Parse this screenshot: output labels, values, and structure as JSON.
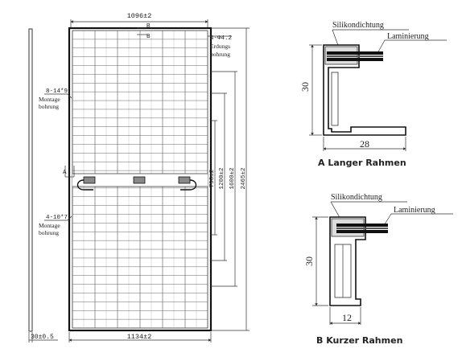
{
  "panel": {
    "dim_top_width": "1096±2",
    "dim_bottom_width": "1134±2",
    "dim_thickness": "30±0.5",
    "label_b_top": "B",
    "label_b_second": "B",
    "label_a": "A",
    "ground_hole": "4-Φ4.2",
    "ground_hole_word1": "Erdungs",
    "ground_hole_word2": "bohrung",
    "mount_hole_top": "8-14*9",
    "mount_hole_top_word1": "Montage",
    "mount_hole_top_word2": "bohrung",
    "mount_hole_bottom": "4-10*7",
    "mount_hole_bottom_word1": "Montage",
    "mount_hole_bottom_word2": "bohrung",
    "dim_v1": "790±2",
    "dim_v2": "1200±2",
    "dim_v3": "1600±2",
    "dim_v4": "2465±2"
  },
  "section_a": {
    "label_silicone": "Silikondichtung",
    "label_laminate": "Laminierung",
    "dim_height": "30",
    "dim_width": "28",
    "caption": "A Langer Rahmen"
  },
  "section_b": {
    "label_silicone": "Silikondichtung",
    "label_laminate": "Laminierung",
    "dim_height": "30",
    "dim_width": "12",
    "caption": "B Kurzer Rahmen"
  }
}
